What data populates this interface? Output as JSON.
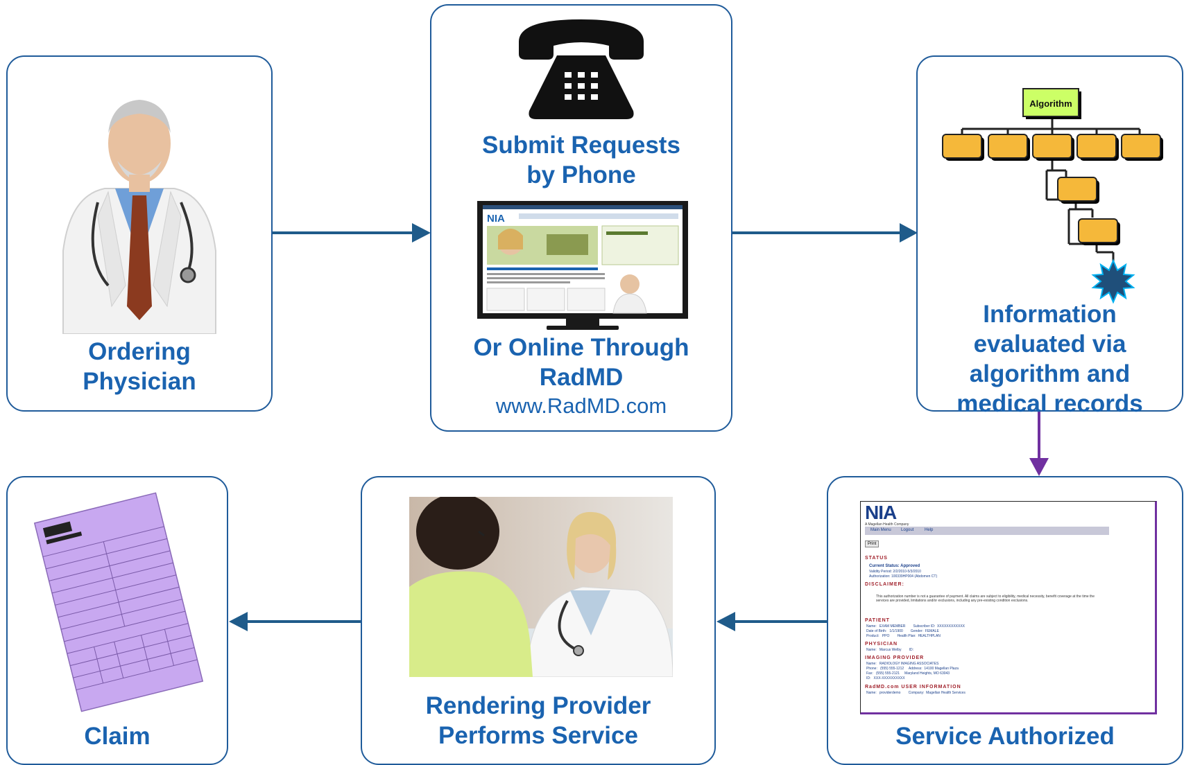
{
  "nodes": {
    "ordering_physician": {
      "label": "Ordering\nPhysician"
    },
    "submit_requests": {
      "phone_label": "Submit Requests by Phone",
      "online_label": "Or Online Through RadMD",
      "url": "www.RadMD.com",
      "site_logo": "NIA"
    },
    "information_evaluated": {
      "label": "Information evaluated via algorithm and medical records",
      "tree_root": "Algorithm"
    },
    "service_authorized": {
      "label": "Service Authorized",
      "doc": {
        "logo": "NIA",
        "tagline": "A Magellan Health Company",
        "menu": [
          "Main Menu",
          "Logout",
          "Help"
        ],
        "print": "Print",
        "status_heading": "STATUS",
        "current_status": "Current Status:  Approved",
        "validity": "Validity Period:   2/2/2010-5/3/2010",
        "authorization": "Authorization:   100339HP004 (Abdomen CT)",
        "disclaimer_heading": "DISCLAIMER:",
        "disclaimer_text": "This authorization number is not a guarantee of payment. All claims are subject to eligibility, medical necessity, benefit coverage at the time the services are provided, limitations and/or exclusions, including any pre-existing condition exclusions.",
        "patient_heading": "PATIENT",
        "patient_rows": [
          "Name:   EXAM MEMBER        Subscriber ID:  XXXXXXXXXXXX",
          "Date of Birth:   1/1/1900        Gender:  FEMALE",
          "Product:   PPO        Health Plan:  HEALTHPLAN"
        ],
        "physician_heading": "PHYSICIAN",
        "physician_row": "Name:   Marcus Welby        ID:",
        "imaging_heading": "IMAGING PROVIDER",
        "imaging_rows": [
          "Name:   RADIOLOGY IMAGING ASSOCIATES",
          "Phone:   (555) 555-1212     Address:  14100 Magellan Plaza",
          "Fax:   (555) 555-2121     Maryland Heights, MO 63043",
          "ID:   XXX-XXXXXXXXXX"
        ],
        "user_heading": "RadMD.com USER INFORMATION",
        "user_row": "Name:   providerdemo        Company:  Magellan Health Services"
      }
    },
    "rendering_provider": {
      "label": "Rendering Provider\nPerforms Service"
    },
    "claim": {
      "label": "Claim"
    }
  },
  "colors": {
    "box_border": "#1f5b9a",
    "label_text": "#1a63b0",
    "arrow_blue": "#1f5b8a",
    "arrow_purple": "#7030a0",
    "tree_root_fill": "#ccff66",
    "tree_node_fill": "#f5b83a",
    "claim_form_fill": "#c8a8f0"
  },
  "icons": [
    "physician-photo",
    "telephone-icon",
    "monitor-screenshot",
    "algorithm-tree",
    "starburst-icon",
    "authorization-document",
    "consultation-photo",
    "claim-form-icon"
  ]
}
